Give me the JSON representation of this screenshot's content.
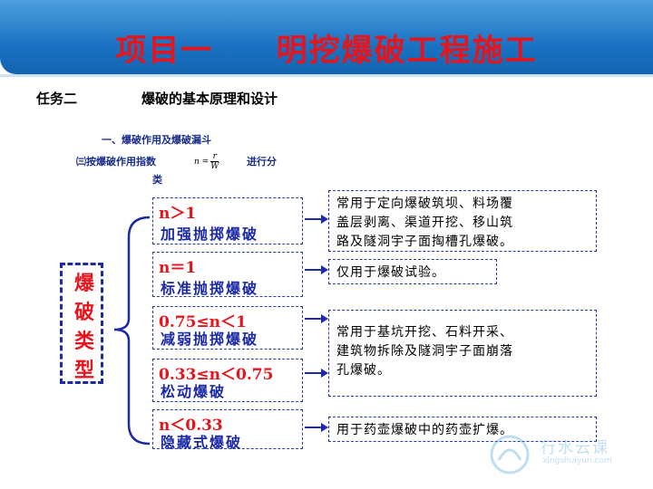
{
  "title": "项目一     明挖爆破工程施工",
  "task": {
    "number": "任务二",
    "name": "爆破的基本原理和设计"
  },
  "section": {
    "heading": "一、爆破作用及爆破漏斗",
    "classification_prefix": "㈢按爆破作用指数",
    "classification_suffix": "进行分",
    "classification_wrap": "类",
    "formula": {
      "lhs": "n =",
      "numerator": "r",
      "denominator": "W"
    }
  },
  "type_label": [
    "爆",
    "破",
    "类",
    "型"
  ],
  "types": [
    {
      "condition": "n＞1",
      "name": "加强抛掷爆破"
    },
    {
      "condition": "n＝1",
      "name": "标准抛掷爆破"
    },
    {
      "condition": "0.75≤n＜1",
      "name": "减弱抛掷爆破"
    },
    {
      "condition": "0.33≤n＜0.75",
      "name": "松动爆破"
    },
    {
      "condition": "n＜0.33",
      "name": "隐藏式爆破"
    }
  ],
  "descriptions": [
    {
      "lines": [
        "常用于定向爆破筑坝、料场覆",
        "盖层剥离、渠道开挖、移山筑",
        "路及隧洞宇子面掏槽孔爆破。"
      ]
    },
    {
      "lines": [
        "仅用于爆破试验。"
      ]
    },
    {
      "lines": [
        "常用于基坑开挖、石料开采、",
        "建筑物拆除及隧洞宇子面崩落",
        "孔爆破。"
      ]
    },
    {
      "lines": [
        "用于药壶爆破中的药壶扩爆。"
      ]
    }
  ],
  "watermark": {
    "name": "行水云课",
    "url": "xingshuiyun.com"
  },
  "colors": {
    "title": "#e8141b",
    "header": "#1a73c4",
    "box_border": "#2a3ca8",
    "name_text": "#1c2aa8"
  }
}
